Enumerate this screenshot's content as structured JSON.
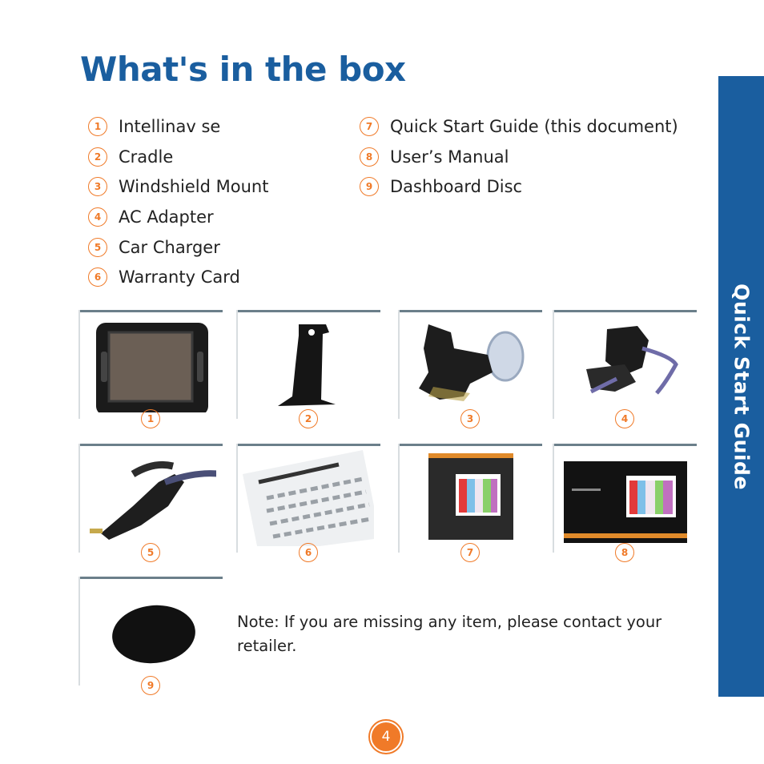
{
  "page": {
    "title": "What's in the box",
    "side_tab": "Quick Start Guide",
    "page_number": "4"
  },
  "items_left": [
    {
      "num": "1",
      "label": "Intellinav se"
    },
    {
      "num": "2",
      "label": "Cradle"
    },
    {
      "num": "3",
      "label": "Windshield Mount"
    },
    {
      "num": "4",
      "label": "AC Adapter"
    },
    {
      "num": "5",
      "label": "Car Charger"
    },
    {
      "num": "6",
      "label": "Warranty Card"
    }
  ],
  "items_right": [
    {
      "num": "7",
      "label": "Quick Start Guide (this document)"
    },
    {
      "num": "8",
      "label": "User’s Manual"
    },
    {
      "num": "9",
      "label": "Dashboard Disc"
    }
  ],
  "photos": [
    {
      "num": "1"
    },
    {
      "num": "2"
    },
    {
      "num": "3"
    },
    {
      "num": "4"
    },
    {
      "num": "5"
    },
    {
      "num": "6"
    },
    {
      "num": "7"
    },
    {
      "num": "8"
    },
    {
      "num": "9"
    }
  ],
  "note": "Note: If you are missing any item, please contact your retailer.",
  "colors": {
    "brand_blue": "#1a5e9f",
    "accent_orange": "#f07a28"
  }
}
